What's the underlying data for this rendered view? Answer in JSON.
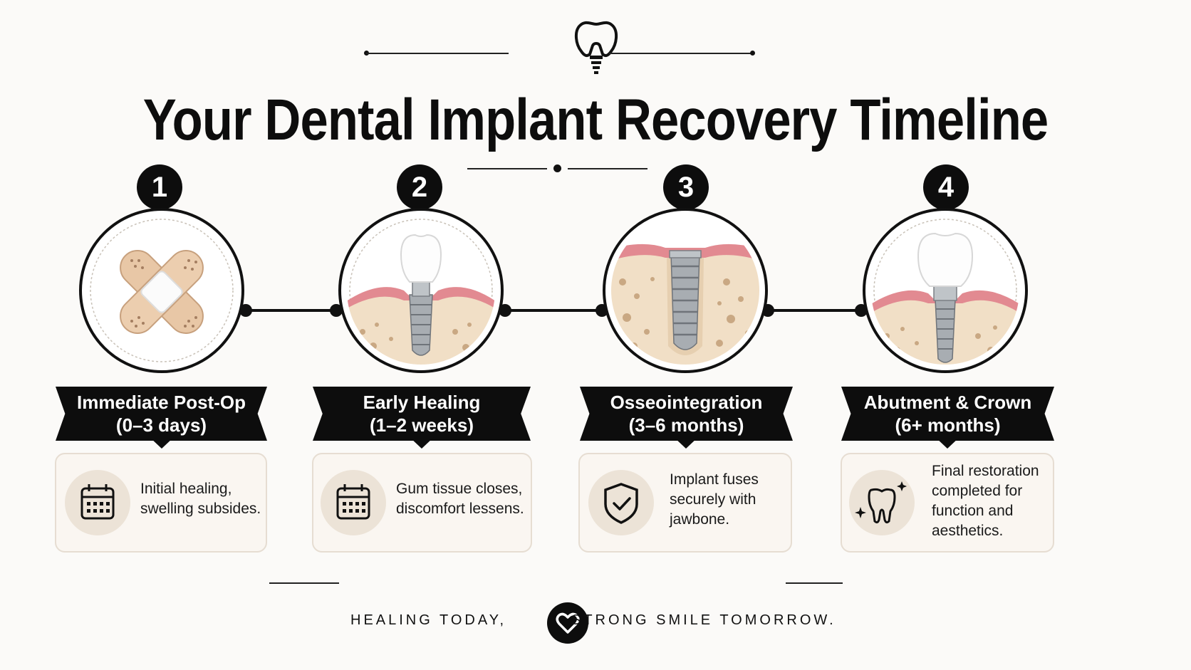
{
  "title": "Your Dental Implant Recovery Timeline",
  "colors": {
    "ink": "#0d0d0d",
    "gum": "#e28a91",
    "bone": "#f1dfc6",
    "metal": "#9ea4aa",
    "card_bg": "#faf6f1",
    "icon_bg": "#ece3d7"
  },
  "header_icon": "implant-tooth-icon",
  "steps": [
    {
      "number": "1",
      "title_line1": "Immediate Post-Op",
      "title_line2": "(0–3 days)",
      "desc_lines": [
        "Initial healing,",
        "swelling subsides."
      ],
      "illustration": "crossed-bandages",
      "icon": "calendar-icon"
    },
    {
      "number": "2",
      "title_line1": "Early Healing",
      "title_line2": "(1–2 weeks)",
      "desc_lines": [
        "Gum tissue closes,",
        "discomfort lessens."
      ],
      "illustration": "implant-with-crown-in-bone",
      "icon": "calendar-icon"
    },
    {
      "number": "3",
      "title_line1": "Osseointegration",
      "title_line2": "(3–6 months)",
      "desc_lines": [
        "Implant fuses",
        "securely with",
        "jawbone."
      ],
      "illustration": "implant-screw-in-bone",
      "icon": "shield-check-icon"
    },
    {
      "number": "4",
      "title_line1": "Abutment & Crown",
      "title_line2": "(6+ months)",
      "desc_lines": [
        "Final restoration",
        "completed for",
        "function and",
        "aesthetics."
      ],
      "illustration": "abutment-and-crown",
      "icon": "sparkle-tooth-icon"
    }
  ],
  "footer": {
    "left": "HEALING TODAY,",
    "right": "STRONG SMILE TOMORROW.",
    "icon": "heart-icon"
  }
}
